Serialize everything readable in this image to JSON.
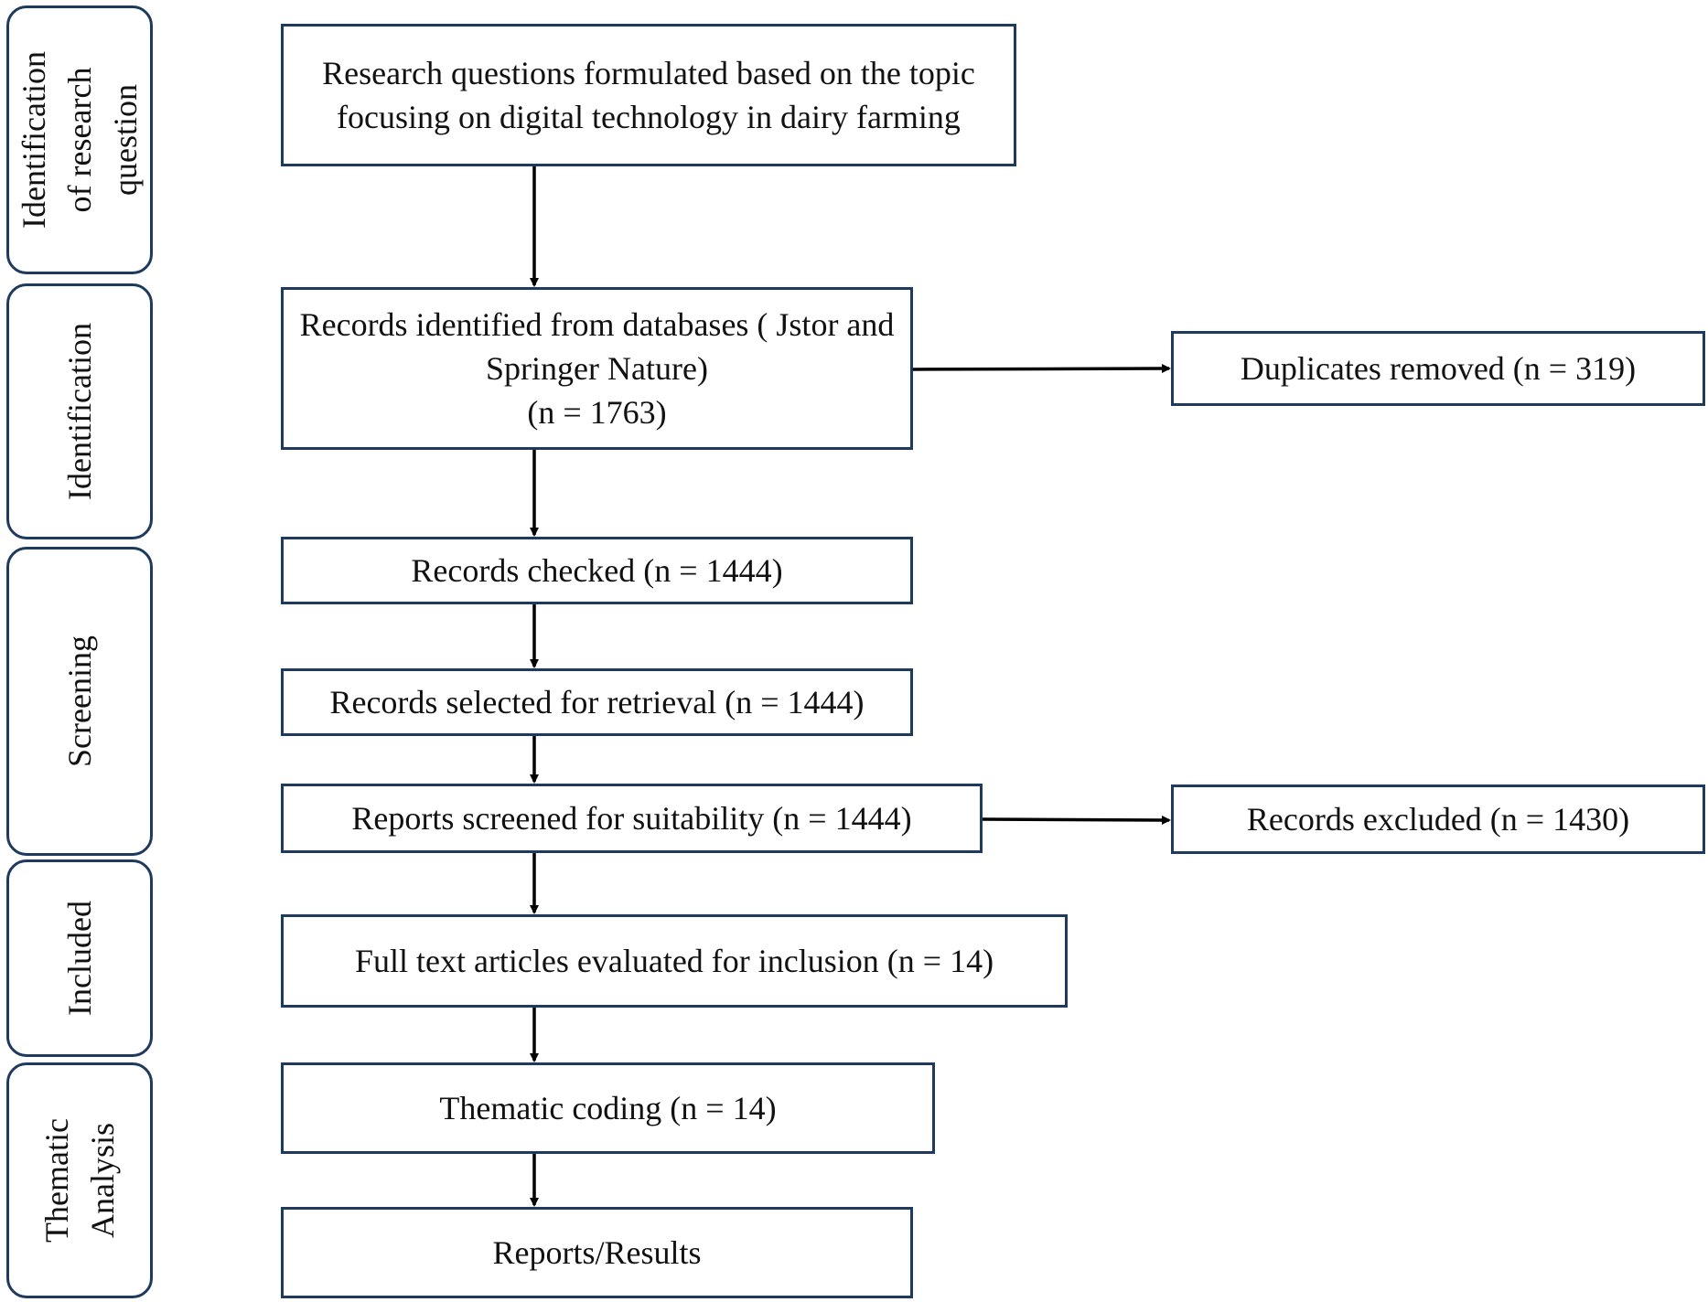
{
  "phases": [
    {
      "label": "Identification\nof research\nquestion"
    },
    {
      "label": "Identification"
    },
    {
      "label": "Screening"
    },
    {
      "label": "Included"
    },
    {
      "label": "Thematic\nAnalysis"
    }
  ],
  "boxes": {
    "research_questions": "Research questions formulated based on the topic focusing on digital technology in dairy farming",
    "records_identified": "Records identified from databases ( Jstor and Springer Nature)\n(n = 1763)",
    "duplicates_removed": "Duplicates removed (n = 319)",
    "records_checked": "Records checked (n = 1444)",
    "records_selected": "Records selected for retrieval (n = 1444)",
    "reports_screened": "Reports screened for suitability (n = 1444)",
    "records_excluded": "Records excluded (n = 1430)",
    "full_text_articles": "Full text articles evaluated for inclusion (n = 14)",
    "thematic_coding": "Thematic coding (n = 14)",
    "reports_results": "Reports/Results"
  },
  "colors": {
    "border": "#1f3a5f",
    "arrow": "#000000"
  }
}
